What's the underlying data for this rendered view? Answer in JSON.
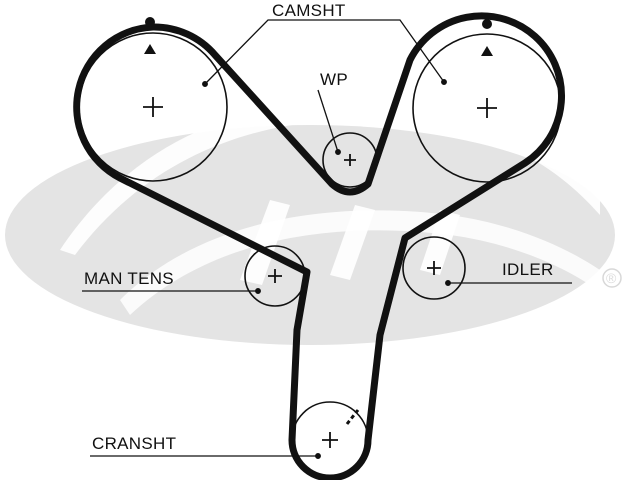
{
  "diagram": {
    "labels": {
      "camshaft": "CAMSHT",
      "water_pump": "WP",
      "manual_tensioner": "MAN TENS",
      "idler": "IDLER",
      "crankshaft": "CRANSHT"
    },
    "watermark_symbol": "®",
    "colors": {
      "belt": "#111111",
      "line": "#111111",
      "watermark": "#e4e4e4",
      "background": "#ffffff"
    }
  }
}
